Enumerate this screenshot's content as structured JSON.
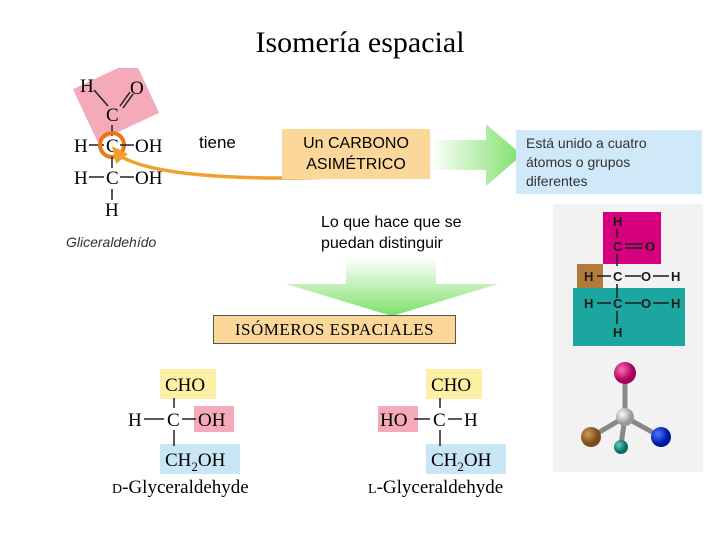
{
  "title": "Isomería espacial",
  "tiene": "tiene",
  "carbono": {
    "line1": "Un CARBONO",
    "line2": "ASIMÉTRICO"
  },
  "unido": {
    "line1": "Está unido a cuatro",
    "line2": "átomos o grupos",
    "line3": "diferentes"
  },
  "distinguir": {
    "line1": "Lo que hace que se",
    "line2": "puedan distinguir"
  },
  "gliceraldehido_label": "Gliceraldehído",
  "isomeros": "ISÓMEROS ESPACIALES",
  "structure_top": {
    "H": "H",
    "O": "O",
    "C": "C",
    "OH": "OH"
  },
  "d_isomer": {
    "top": "CHO",
    "left": "H",
    "center": "C",
    "right": "OH",
    "bottom_main": "CH",
    "bottom_sub": "2",
    "bottom_end": "OH",
    "prefix": "D",
    "name": "-Glyceraldehyde"
  },
  "l_isomer": {
    "top": "CHO",
    "left": "HO",
    "center": "C",
    "right": "H",
    "bottom_main": "CH",
    "bottom_sub": "2",
    "bottom_end": "OH",
    "prefix": "L",
    "name": "-Glyceraldehyde"
  },
  "model": {
    "H": "H",
    "C": "C",
    "O": "O"
  },
  "colors": {
    "pink": "#f4aab8",
    "orange_box": "#fbd79a",
    "blue_box": "#cfe9f8",
    "arrow_green": "#7ee06a",
    "yellow": "#fbf0a3",
    "light_blue": "#c9e6f5",
    "magenta": "#d6007e",
    "teal": "#1ba7a0",
    "brown": "#b37a3c",
    "arrow_orange": "#f0a030"
  }
}
